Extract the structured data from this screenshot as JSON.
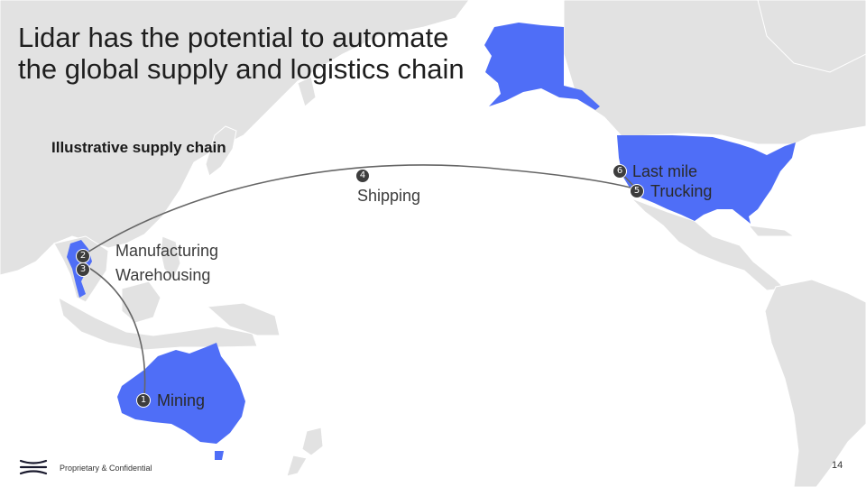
{
  "slide": {
    "title": "Lidar has the potential to automate the global supply and logistics chain",
    "subtitle": "Illustrative supply chain",
    "footer": "Proprietary & Confidential",
    "page_number": "14"
  },
  "colors": {
    "highlight": "#4f6ef7",
    "land": "#e2e2e2",
    "route": "#666666",
    "badge": "#3d3d3d"
  },
  "steps": [
    {
      "number": "1",
      "label": "Mining"
    },
    {
      "number": "2",
      "label": "Manufacturing"
    },
    {
      "number": "3",
      "label": "Warehousing"
    },
    {
      "number": "4",
      "label": "Shipping"
    },
    {
      "number": "5",
      "label": "Trucking"
    },
    {
      "number": "6",
      "label": "Last mile"
    }
  ],
  "icons": {
    "logo": "stacked-chevrons-logo"
  }
}
